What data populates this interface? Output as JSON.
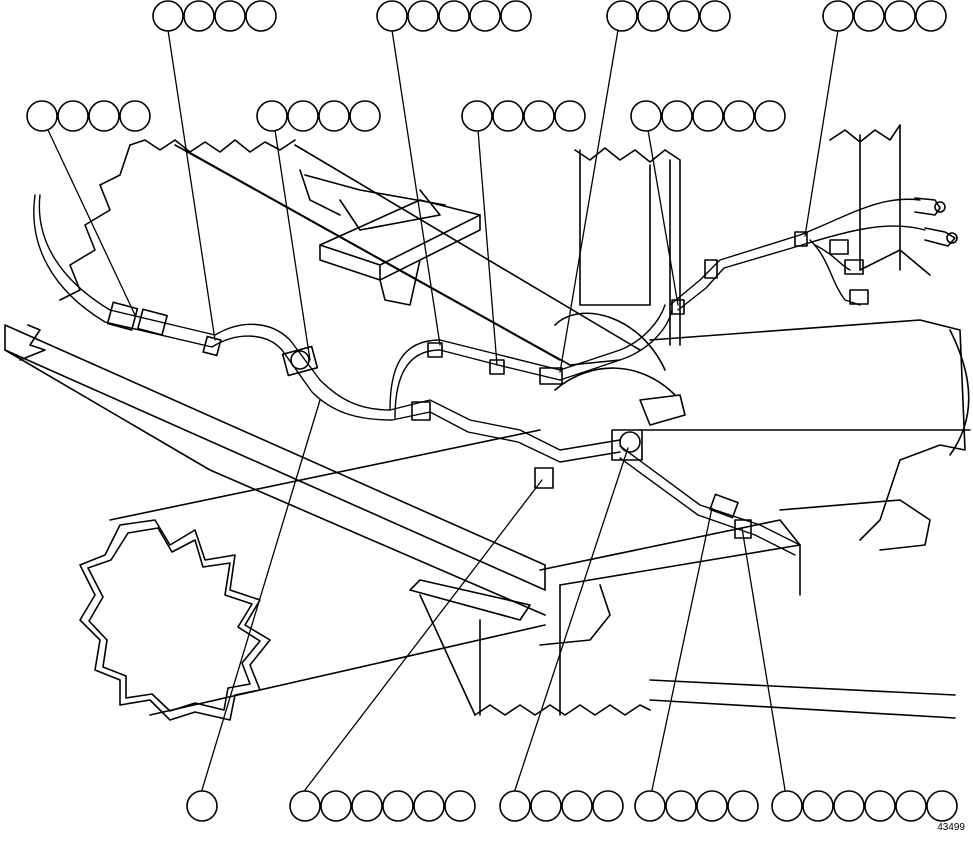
{
  "figure": {
    "number": "43499",
    "line_color": "#000000",
    "background": "#ffffff"
  },
  "callouts": [
    {
      "id": "top-a",
      "circles": 4
    },
    {
      "id": "top-b",
      "circles": 5
    },
    {
      "id": "top-c",
      "circles": 4
    },
    {
      "id": "top-d",
      "circles": 4
    },
    {
      "id": "mid-a",
      "circles": 4
    },
    {
      "id": "mid-b",
      "circles": 4
    },
    {
      "id": "mid-c",
      "circles": 4
    },
    {
      "id": "mid-d",
      "circles": 5
    },
    {
      "id": "bot-a",
      "circles": 1
    },
    {
      "id": "bot-b",
      "circles": 6
    },
    {
      "id": "bot-c",
      "circles": 4
    },
    {
      "id": "bot-d",
      "circles": 4
    },
    {
      "id": "bot-e",
      "circles": 6
    }
  ]
}
